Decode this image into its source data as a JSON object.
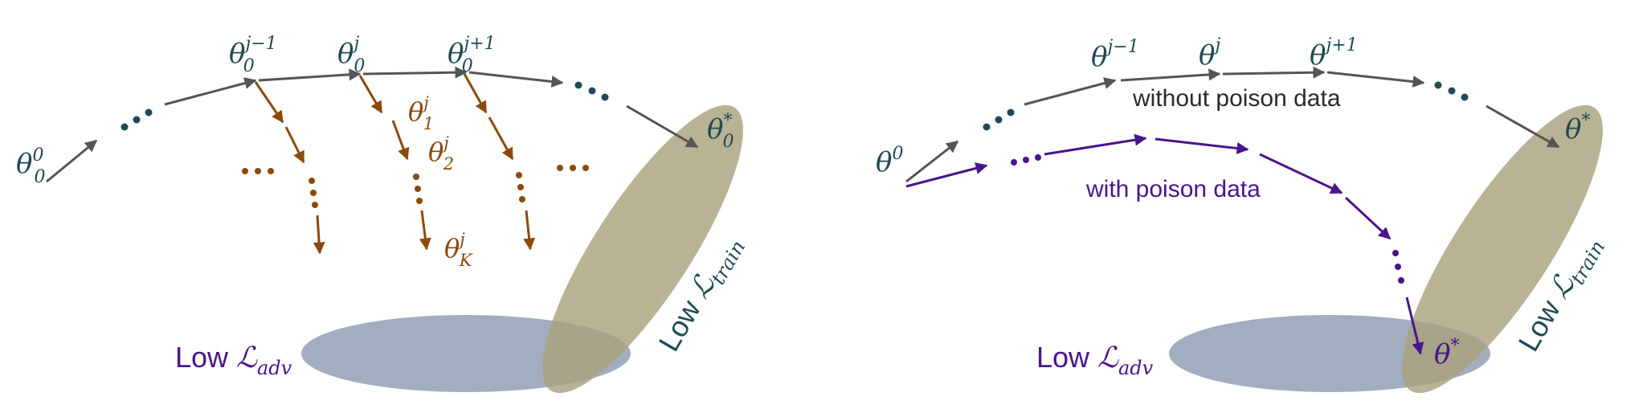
{
  "colors": {
    "teal": "#1f4a56",
    "brown": "#8b4a0b",
    "purple": "#4a148c",
    "gray_arrow": "#555555",
    "train_region": "#a8a27c",
    "adv_region": "#8d9cb2"
  },
  "left_panel": {
    "theta_0_0": {
      "base": "θ",
      "sub": "0",
      "sup": "0"
    },
    "theta_jm1": {
      "base": "θ",
      "sub": "0",
      "sup": "j−1"
    },
    "theta_j": {
      "base": "θ",
      "sub": "0",
      "sup": "j"
    },
    "theta_jp1": {
      "base": "θ",
      "sub": "0",
      "sup": "j+1"
    },
    "theta_star": {
      "base": "θ",
      "sub": "0",
      "sup": "*"
    },
    "inner_1": {
      "base": "θ",
      "sub": "1",
      "sup": "j"
    },
    "inner_2": {
      "base": "θ",
      "sub": "2",
      "sup": "j"
    },
    "inner_K": {
      "base": "θ",
      "sub": "K",
      "sup": "j"
    },
    "low_adv": {
      "prefix": "Low ",
      "script": "ℒ",
      "sub": "adv"
    },
    "low_train": {
      "prefix": "Low ",
      "script": "ℒ",
      "sub": "train"
    }
  },
  "right_panel": {
    "theta_0": {
      "base": "θ",
      "sup": "0"
    },
    "theta_jm1": {
      "base": "θ",
      "sup": "j−1"
    },
    "theta_j": {
      "base": "θ",
      "sup": "j"
    },
    "theta_jp1": {
      "base": "θ",
      "sup": "j+1"
    },
    "theta_star_top": {
      "base": "θ",
      "sup": "*"
    },
    "theta_star_bottom": {
      "base": "θ",
      "sup": "*"
    },
    "without_label": "without poison data",
    "with_label": "with poison data",
    "low_adv": {
      "prefix": "Low ",
      "script": "ℒ",
      "sub": "adv"
    },
    "low_train": {
      "prefix": "Low ",
      "script": "ℒ",
      "sub": "train"
    }
  }
}
